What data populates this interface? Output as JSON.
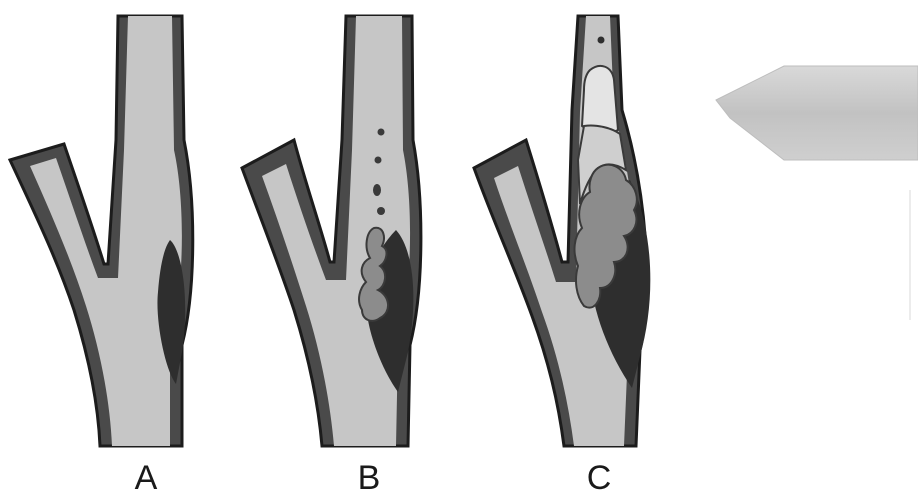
{
  "panels": [
    {
      "id": "A",
      "label": "A"
    },
    {
      "id": "B",
      "label": "B"
    },
    {
      "id": "C",
      "label": "C"
    }
  ],
  "colors": {
    "background": "#ffffff",
    "vessel_wall": "#4a4a4a",
    "wall_outline": "#1c1c1c",
    "lumen": "#c6c6c6",
    "lumen_light": "#dcdcdc",
    "plaque": "#3a3a3a",
    "thrombus": "#8c8c8c",
    "arrow": "#c9c9c9"
  }
}
